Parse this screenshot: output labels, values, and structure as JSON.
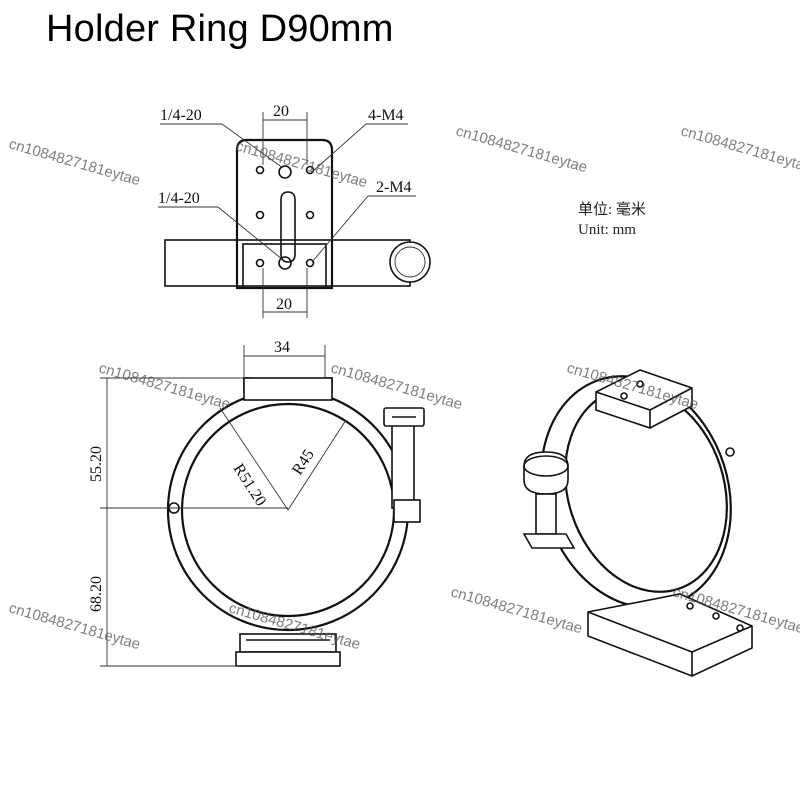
{
  "title": "Holder Ring D90mm",
  "units": {
    "zh": "单位: 毫米",
    "en": "Unit: mm"
  },
  "top_view": {
    "dims": {
      "top_width": "20",
      "bottom_width": "20"
    },
    "callouts": {
      "thread_top": "1/4-20",
      "m4_top": "4-M4",
      "thread_mid": "1/4-20",
      "m4_mid": "2-M4"
    }
  },
  "front_view": {
    "dims": {
      "width": "34",
      "upper_height": "55.20",
      "lower_height": "68.20",
      "outer_radius": "R51.20",
      "inner_radius": "R45"
    }
  },
  "watermark": "cn1084827181eytae"
}
